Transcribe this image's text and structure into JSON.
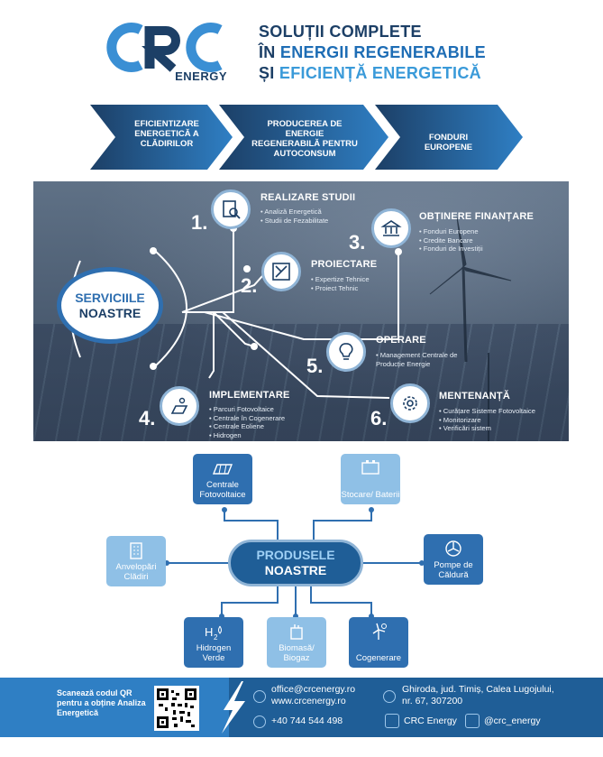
{
  "header": {
    "logo_text": "CRC",
    "logo_sub": "ENERGY",
    "headline_line1": "SOLUȚII COMPLETE",
    "headline_line2_prefix": "ÎN",
    "headline_line2_main": "ENERGII REGENERABILE",
    "headline_line3_prefix": "ȘI",
    "headline_line3_main": "EFICIENȚĂ ENERGETICĂ"
  },
  "banner": {
    "items": [
      {
        "label": "EFICIENTIZARE ENERGETICĂ A CLĂDIRILOR"
      },
      {
        "label": "PRODUCEREA DE ENERGIE REGENERABILĂ PENTRU AUTOCONSUM"
      },
      {
        "label": "FONDURI EUROPENE"
      }
    ]
  },
  "services": {
    "title_line1": "SERVICIILE",
    "title_line2": "NOASTRE",
    "items": [
      {
        "num": "1.",
        "title": "REALIZARE STUDII",
        "points": [
          "Analiză Energetică",
          "Studii de Fezabilitate"
        ]
      },
      {
        "num": "2.",
        "title": "PROIECTARE",
        "points": [
          "Expertize Tehnice",
          "Proiect Tehnic"
        ]
      },
      {
        "num": "3.",
        "title": "OBȚINERE FINANȚARE",
        "points": [
          "Fonduri Europene",
          "Credite Bancare",
          "Fonduri de Investiții"
        ]
      },
      {
        "num": "4.",
        "title": "IMPLEMENTARE",
        "points": [
          "Parcuri Fotovoltaice",
          "Centrale în Cogenerare",
          "Centrale Eoliene",
          "Hidrogen"
        ]
      },
      {
        "num": "5.",
        "title": "OPERARE",
        "points": [
          "Management Centrale de Producție Energie"
        ]
      },
      {
        "num": "6.",
        "title": "MENTENANȚĂ",
        "points": [
          "Curățare Sisteme Fotovoltaice",
          "Monitorizare",
          "Verificări sistem"
        ]
      }
    ]
  },
  "products": {
    "title_line1": "PRODUSELE",
    "title_line2": "NOASTRE",
    "items": [
      {
        "label": "Centrale Fotovoltaice"
      },
      {
        "label": "Stocare/ Baterii"
      },
      {
        "label": "Anvelopări Clădiri"
      },
      {
        "label": "Pompe de Căldură"
      },
      {
        "label": "Hidrogen Verde"
      },
      {
        "label": "Biomasă/ Biogaz"
      },
      {
        "label": "Cogenerare"
      }
    ]
  },
  "footer": {
    "qr_text": "Scanează codul QR pentru a obține Analiza Energetică",
    "email": "office@crcenergy.ro",
    "website": "www.crcenergy.ro",
    "phone": "+40 744 544 498",
    "address": "Ghiroda, jud. Timiș, Calea Lugojului, nr. 67, 307200",
    "facebook": "CRC Energy",
    "instagram": "@crc_energy"
  },
  "colors": {
    "primary": "#2f6fb0",
    "dark": "#1c3f66",
    "light": "#8fc0e6",
    "footer": "#2f7fc4"
  }
}
